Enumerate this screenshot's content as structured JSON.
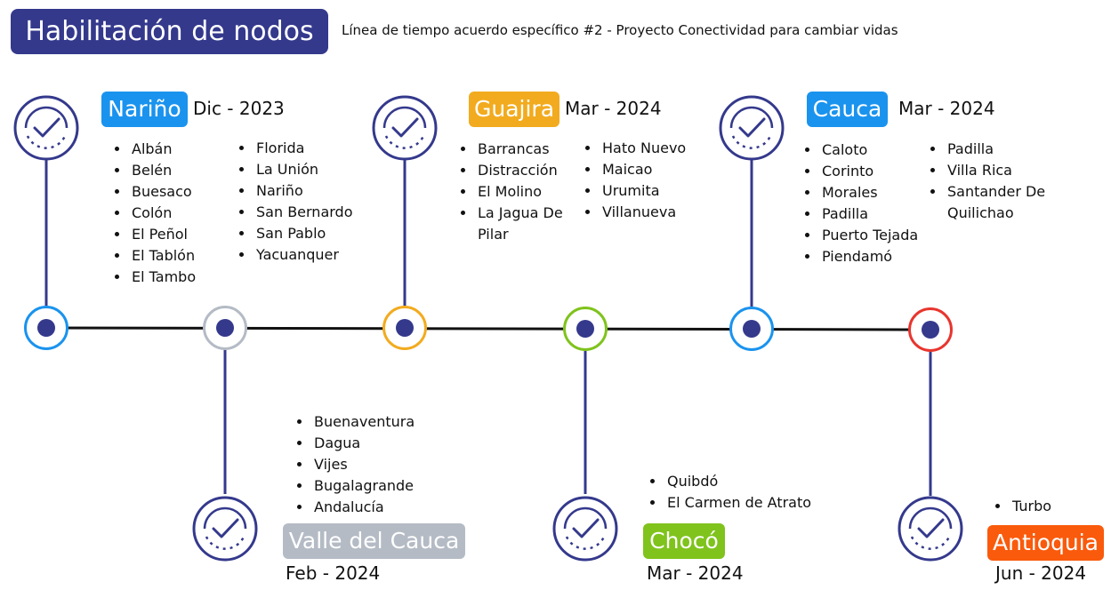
{
  "title": "Habilitación de nodos",
  "subtitle": "Línea de tiempo acuerdo específico #2 - Proyecto Conectividad para cambiar vidas",
  "colors": {
    "primary": "#34398c",
    "line": "#111111",
    "narino": "#1a93ee",
    "valle": "#b4bbc5",
    "guajira": "#f2ab1f",
    "choco": "#7fc31c",
    "cauca": "#1a93ee",
    "antioquia": "#fa5a0c",
    "node_red": "#e8352e"
  },
  "regions": {
    "narino": {
      "name": "Nariño",
      "date": "Dic - 2023",
      "col1": [
        "Albán",
        "Belén",
        "Buesaco",
        "Colón",
        "El Peñol",
        "El Tablón",
        "El Tambo"
      ],
      "col2": [
        "Florida",
        "La Unión",
        "Nariño",
        "San Bernardo",
        "San Pablo",
        "Yacuanquer"
      ]
    },
    "valle": {
      "name": "Valle del Cauca",
      "date": "Feb - 2024",
      "col1": [
        "Buenaventura",
        "Dagua",
        "Vijes",
        "Bugalagrande",
        "Andalucía"
      ]
    },
    "guajira": {
      "name": "Guajira",
      "date": "Mar - 2024",
      "col1": [
        "Barrancas",
        "Distracción",
        "El Molino",
        "La Jagua De Pilar"
      ],
      "col2": [
        "Hato Nuevo",
        "Maicao",
        "Urumita",
        "Villanueva"
      ]
    },
    "choco": {
      "name": "Chocó",
      "date": "Mar - 2024",
      "col1": [
        "Quibdó",
        "El Carmen de Atrato"
      ]
    },
    "cauca": {
      "name": "Cauca",
      "date": "Mar - 2024",
      "col1": [
        "Caloto",
        "Corinto",
        "Morales",
        "Padilla",
        "Puerto Tejada",
        "Piendamó"
      ],
      "col2": [
        "Padilla",
        "Villa Rica",
        "Santander De Quilichao"
      ]
    },
    "antioquia": {
      "name": "Antioquia",
      "date": "Jun - 2024",
      "col1": [
        "Turbo"
      ]
    }
  }
}
